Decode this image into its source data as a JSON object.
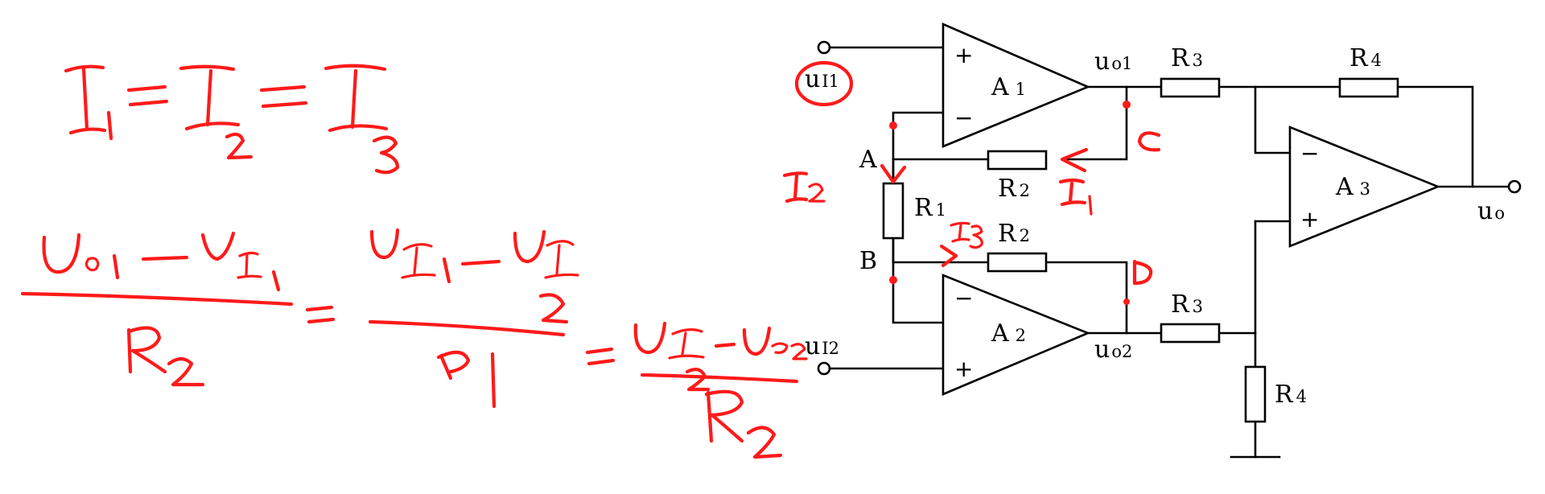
{
  "circuit": {
    "amp_labels": {
      "a1": "A",
      "a2": "A",
      "a3": "A"
    },
    "amp_subs": {
      "a1": "1",
      "a2": "2",
      "a3": "3"
    },
    "inputs": {
      "ui1": "u",
      "ui1_sub": "I1",
      "ui2": "u",
      "ui2_sub": "I2"
    },
    "outputs": {
      "uo1": "u",
      "uo1_sub": "o1",
      "uo2": "u",
      "uo2_sub": "o2",
      "uo": "u",
      "uo_sub": "o"
    },
    "nodes": {
      "a": "A",
      "b": "B"
    },
    "resistors": {
      "r1": "R",
      "r1_sub": "1",
      "r2_top": "R",
      "r2_top_sub": "2",
      "r2_bot": "R",
      "r2_bot_sub": "2",
      "r3_top": "R",
      "r3_top_sub": "3",
      "r3_bot": "R",
      "r3_bot_sub": "3",
      "r4_top": "R",
      "r4_top_sub": "4",
      "r4_bot": "R",
      "r4_bot_sub": "4"
    },
    "plus_sign": "+",
    "minus_sign": "−"
  },
  "annotations": {
    "handwritten_equation_1": "I1 = I2 = I3",
    "handwritten_equation_2": "(Uo1 − UI1)/R2 = (UI1 − UI2)/R1 = (UI2 − Uo2)/R2",
    "labels": {
      "c": "C",
      "d": "D",
      "i1": "I1",
      "i2": "I2",
      "i3": "I3"
    },
    "ink_color": "#ff1a1a"
  }
}
